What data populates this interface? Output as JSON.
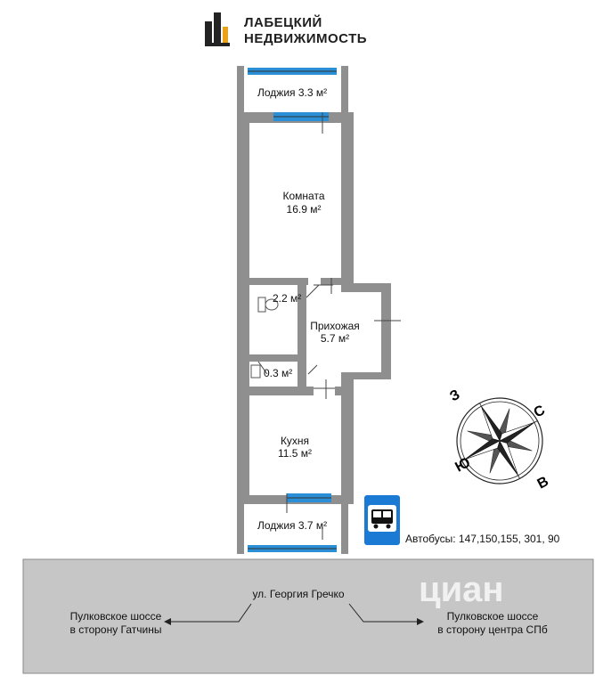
{
  "brand": {
    "line1": "ЛАБЕЦКИЙ",
    "line2": "НЕДВИЖИМОСТЬ",
    "colors": {
      "dark": "#232323",
      "accent": "#e8a21b"
    }
  },
  "rooms": {
    "loggia_top": "Лоджия 3.3 м²",
    "room_name": "Комната",
    "room_area": "16.9 м²",
    "bathroom_area": "2.2 м²",
    "hall_name": "Прихожая",
    "hall_area": "5.7 м²",
    "wc_area": "0.3 м²",
    "kitchen_name": "Кухня",
    "kitchen_area": "11.5 м²",
    "loggia_bottom": "Лоджия 3.7 м²"
  },
  "compass": {
    "west": "З",
    "north": "С",
    "south": "Ю",
    "east": "В"
  },
  "bus": {
    "icon": "bus-stop-icon",
    "text": "Автобусы: 147,150,155, 301, 90",
    "color": "#1a7ad4"
  },
  "street": {
    "name": "ул. Георгия Гречко",
    "left_line1": "Пулковское шоссе",
    "left_line2": "в сторону Гатчины",
    "right_line1": "Пулковское шоссе",
    "right_line2": "в сторону центра СПб",
    "colors": {
      "road": "#c6c6c6"
    }
  },
  "watermark": {
    "brand": "циан"
  },
  "colors": {
    "wall": "#8f8f8f",
    "window": "#2a8fd6"
  }
}
